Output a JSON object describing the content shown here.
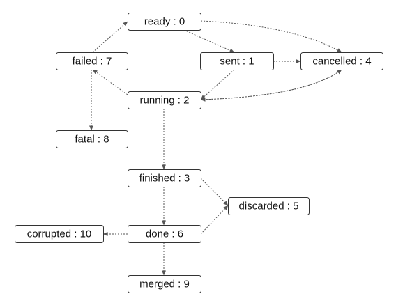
{
  "diagram": {
    "nodes": [
      {
        "id": "ready",
        "label": "ready : 0"
      },
      {
        "id": "sent",
        "label": "sent : 1"
      },
      {
        "id": "running",
        "label": "running : 2"
      },
      {
        "id": "finished",
        "label": "finished : 3"
      },
      {
        "id": "cancelled",
        "label": "cancelled : 4"
      },
      {
        "id": "discarded",
        "label": "discarded : 5"
      },
      {
        "id": "done",
        "label": "done : 6"
      },
      {
        "id": "failed",
        "label": "failed : 7"
      },
      {
        "id": "fatal",
        "label": "fatal : 8"
      },
      {
        "id": "merged",
        "label": "merged : 9"
      },
      {
        "id": "corrupted",
        "label": "corrupted : 10"
      }
    ],
    "edges": [
      {
        "from": "ready",
        "to": "sent"
      },
      {
        "from": "ready",
        "to": "cancelled"
      },
      {
        "from": "sent",
        "to": "cancelled"
      },
      {
        "from": "sent",
        "to": "running"
      },
      {
        "from": "running",
        "to": "cancelled"
      },
      {
        "from": "cancelled",
        "to": "running"
      },
      {
        "from": "running",
        "to": "failed"
      },
      {
        "from": "failed",
        "to": "ready"
      },
      {
        "from": "failed",
        "to": "fatal"
      },
      {
        "from": "running",
        "to": "finished"
      },
      {
        "from": "finished",
        "to": "discarded"
      },
      {
        "from": "finished",
        "to": "done"
      },
      {
        "from": "done",
        "to": "discarded"
      },
      {
        "from": "done",
        "to": "corrupted"
      },
      {
        "from": "done",
        "to": "merged"
      }
    ]
  }
}
